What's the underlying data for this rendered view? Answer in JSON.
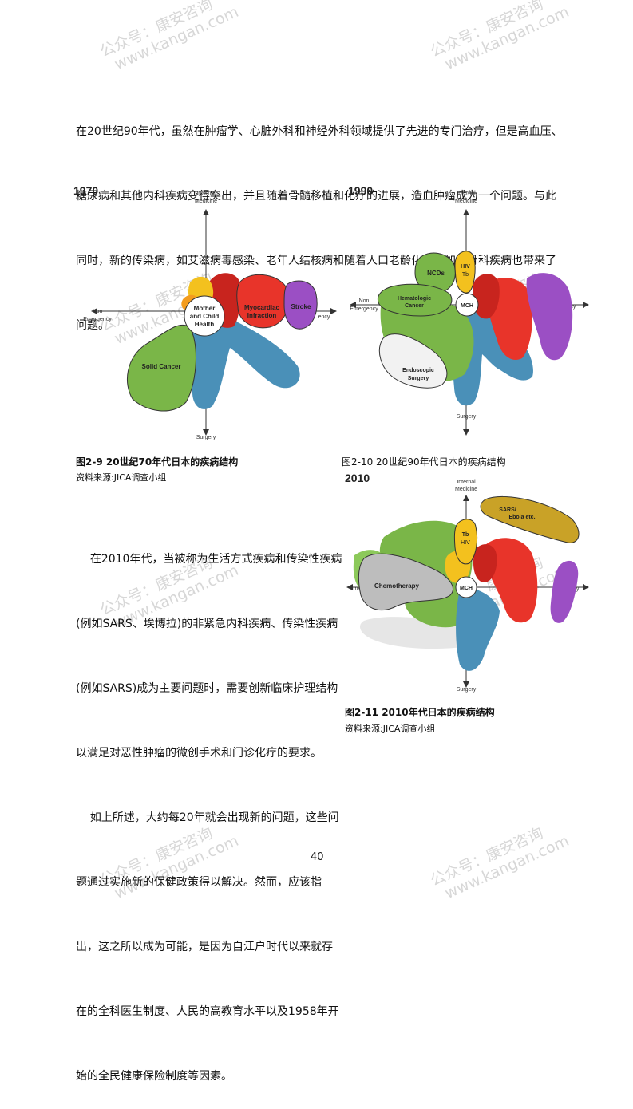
{
  "paragraphs": {
    "intro": [
      "在20世纪90年代，虽然在肿瘤学、心脏外科和神经外科领域提供了先进的专门治疗，但是高血压、",
      "糖尿病和其他内科疾病变得突出，并且随着骨髓移植和化疗的进展，造血肿瘤成为一个问题。与此",
      "同时，新的传染病，如艾滋病毒感染、老年人结核病和随着人口老龄化而增加的骨科疾病也带来了",
      "问题。"
    ],
    "second": [
      "    在2010年代，当被称为生活方式疾病和传染性疾病",
      "(例如SARS、埃博拉)的非紧急内科疾病、传染性疾病",
      "(例如SARS)成为主要问题时，需要创新临床护理结构",
      "以满足对恶性肿瘤的微创手术和门诊化疗的要求。",
      "    如上所述，大约每20年就会出现新的问题，这些问",
      "题通过实施新的保健政策得以解决。然而，应该指",
      "出，这之所以成为可能，是因为自江户时代以来就存",
      "在的全科医生制度、人民的高教育水平以及1958年开",
      "始的全民健康保险制度等因素。"
    ]
  },
  "axes": {
    "top": [
      "Internal",
      "Medicine"
    ],
    "bottom": "Surgery",
    "left": [
      "Non",
      "Emergency"
    ],
    "right": "Emergency"
  },
  "figures": {
    "f1970": {
      "year": "1970",
      "labels": {
        "mch": [
          "Mother",
          "and Child",
          "Health"
        ],
        "myocardiac": [
          "Myocardiac",
          "Infraction"
        ],
        "stroke": "Stroke",
        "solid_cancer": "Solid Cancer"
      },
      "right_axis_partial": "ency",
      "caption": "图2-9 20世纪70年代日本的疾病结构",
      "source": "资料来源:JICA调查小组"
    },
    "f1990": {
      "year": "1990",
      "labels": {
        "ncds": "NCDs",
        "hiv": "HIV",
        "tb": "Tb",
        "hematologic": [
          "Hematologic",
          "Cancer"
        ],
        "mch": "MCH",
        "endoscopic": [
          "Endoscopic",
          "Surgery"
        ]
      },
      "right_axis_partial": "ency",
      "caption": "图2-10 20世纪90年代日本的疾病结构"
    },
    "f2010": {
      "year": "2010",
      "labels": {
        "sars": [
          "SARS/",
          "Ebola etc."
        ],
        "tb": "Tb",
        "hiv": "HIV",
        "chemo": "Chemotherapy",
        "mch": "MCH"
      },
      "left_axis_partial": "Emerg",
      "right_axis_partial": "ency",
      "caption": "图2-11 2010年代日本的疾病结构",
      "source": "资料来源:JICA调查小组"
    }
  },
  "watermark": {
    "line1": "公众号：康安咨询",
    "line2": "www.kangan.com"
  },
  "page_number": "40",
  "colors": {
    "green": "#7ab648",
    "blue": "#4a90b8",
    "red": "#e8342a",
    "darkred": "#c8241e",
    "purple": "#9b4fc4",
    "yellow": "#f3c11e",
    "orange": "#f39c1e",
    "gold": "#c9a227",
    "gray": "#bdbdbd",
    "lightgray": "#e6e6e6"
  }
}
